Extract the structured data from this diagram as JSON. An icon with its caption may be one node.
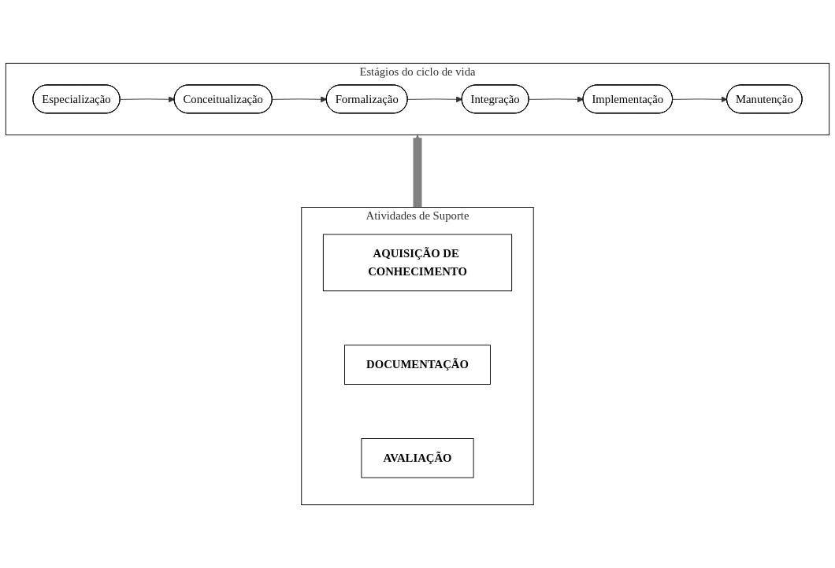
{
  "diagram": {
    "nodes": [
      {
        "text": [
          "Estágios do ciclo de vida"
        ]
      },
      {
        "text": [
          "Formalização"
        ],
        "in": 0
      },
      {
        "text": [
          "Integração"
        ],
        "in": 0
      },
      {
        "text": [
          "Conceitualização"
        ],
        "in": 0
      },
      {
        "text": [
          "Implementação"
        ],
        "in": 0
      },
      {
        "text": [
          "Especialização"
        ],
        "in": 0
      },
      {
        "text": [
          "Manutenção"
        ],
        "in": 0
      },
      {
        "text": [
          "Atividades de Suporte"
        ]
      },
      {
        "text": [
          "AQUISIÇÃO DE CONHECIMENTO"
        ],
        "in": 7
      },
      {
        "text": [
          "DOCUMENTAÇÃO"
        ],
        "in": 7
      },
      {
        "text": [
          "AVALIAÇÃO"
        ],
        "in": 7
      }
    ],
    "edges": [
      {
        "from": 5,
        "to": 3,
        "arrow": "to"
      },
      {
        "from": 3,
        "to": 1,
        "arrow": "to"
      },
      {
        "from": 1,
        "to": 2,
        "arrow": "to"
      },
      {
        "from": 2,
        "to": 4,
        "arrow": "to"
      },
      {
        "from": 4,
        "to": 6,
        "arrow": "to"
      },
      {
        "from": 7,
        "to": 0,
        "arrow": "to",
        "style": "thick",
        "color": "#808080"
      }
    ]
  }
}
